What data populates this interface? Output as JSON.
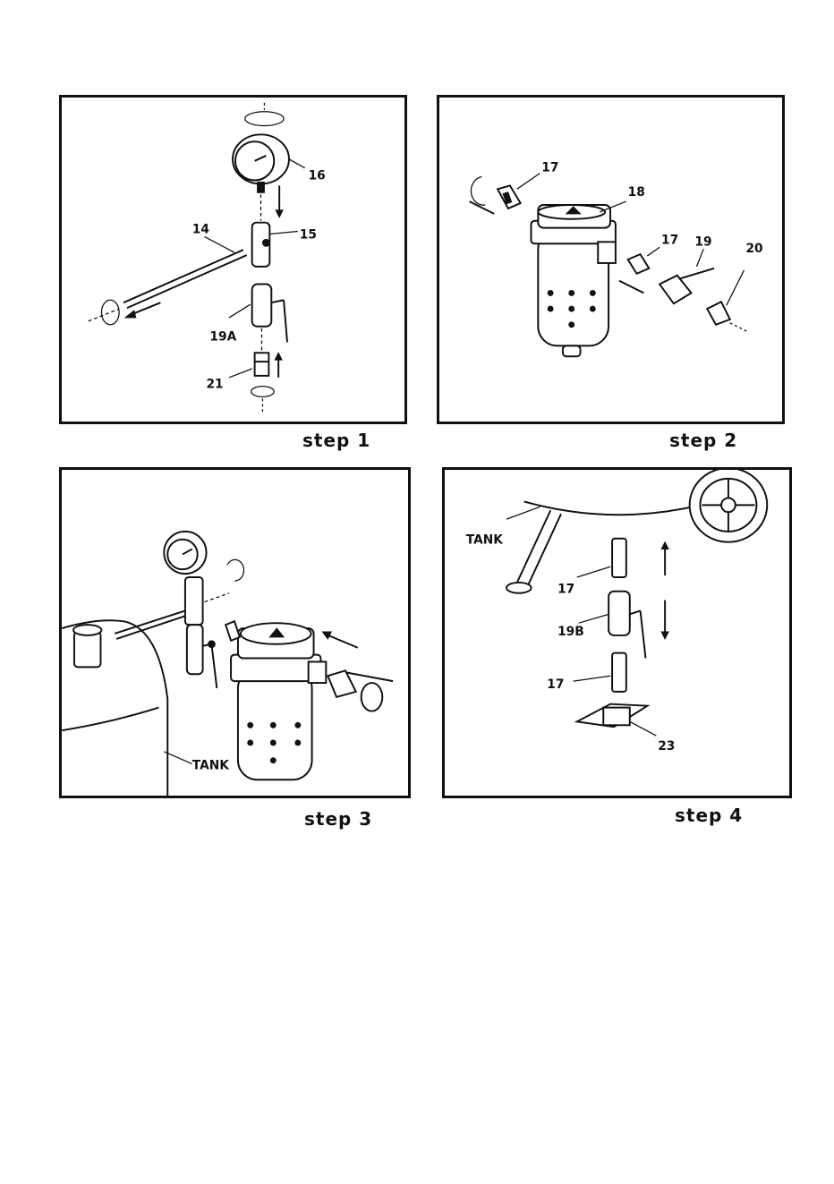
{
  "steps": [
    {
      "caption": "step 1",
      "labels": {
        "gauge": "16",
        "tee": "15",
        "rod": "14",
        "valve": "19A",
        "fitting": "21"
      }
    },
    {
      "caption": "step 2",
      "labels": {
        "nipple_left": "17",
        "filter": "18",
        "nipple_right": "17",
        "valve": "19",
        "coupler": "20"
      }
    },
    {
      "caption": "step 3",
      "labels": {
        "tank": "TANK"
      }
    },
    {
      "caption": "step 4",
      "labels": {
        "tank": "TANK",
        "nipple_top": "17",
        "valve": "19B",
        "nipple_bottom": "17",
        "drain": "23"
      }
    }
  ]
}
